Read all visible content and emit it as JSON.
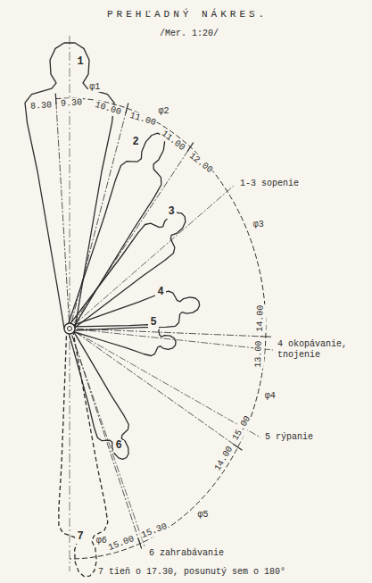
{
  "diagram": {
    "title": "PREHĽADNÝ NÁKRES.",
    "caption": "7 tieň o 17.30, posunutý sem o 180°",
    "nodes": [
      {
        "text": [
          "1"
        ]
      },
      {
        "text": [
          "2"
        ]
      },
      {
        "text": [
          "3"
        ]
      },
      {
        "text": [
          "4"
        ]
      },
      {
        "text": [
          "5"
        ]
      },
      {
        "text": [
          "6"
        ]
      },
      {
        "text": [
          "7"
        ]
      }
    ],
    "labels": [
      "/Mer. 1:20/",
      "8.30",
      "9.30",
      "φ1",
      "10.00",
      "11.00",
      "φ2",
      "11.00",
      "12.00",
      "1-3 sopenie",
      "φ3",
      "13.00",
      "14.00",
      "4 okopávanie, tnojenie",
      "φ4",
      "14.00",
      "15.00",
      "5 rýpanie",
      "φ5",
      "15.00",
      "15.30",
      "6 zahrabávanie",
      "φ6"
    ]
  }
}
